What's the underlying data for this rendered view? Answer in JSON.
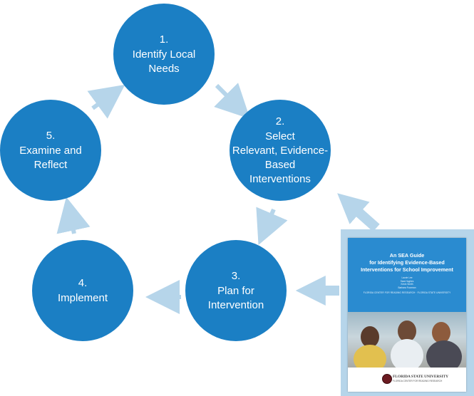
{
  "accent": "#1b7fc4",
  "arrow_color": "#b6d5ea",
  "steps": [
    {
      "number": "1.",
      "lines": [
        "Identify Local",
        "Needs"
      ]
    },
    {
      "number": "2.",
      "lines": [
        "Select",
        "Relevant, Evidence-",
        "Based",
        "Interventions"
      ]
    },
    {
      "number": "3.",
      "lines": [
        "Plan for",
        "Intervention"
      ]
    },
    {
      "number": "4.",
      "lines": [
        "Implement"
      ]
    },
    {
      "number": "5.",
      "lines": [
        "Examine and",
        "Reflect"
      ]
    }
  ],
  "guide": {
    "title_lines": [
      "An SEA Guide",
      "for Identifying Evidence-Based",
      "Interventions for School Improvement"
    ],
    "authors": [
      "Laurie Lee",
      "Sara Hughes",
      "Kevin Smith",
      "Barbara Foorman"
    ],
    "organization": "FLORIDA CENTER FOR READING RESEARCH · FLORIDA STATE UNIVERSITY",
    "university": "FLORIDA STATE UNIVERSITY",
    "university_sub": "FLORIDA CENTER FOR READING RESEARCH",
    "cover_color": "#2a8bd0"
  }
}
